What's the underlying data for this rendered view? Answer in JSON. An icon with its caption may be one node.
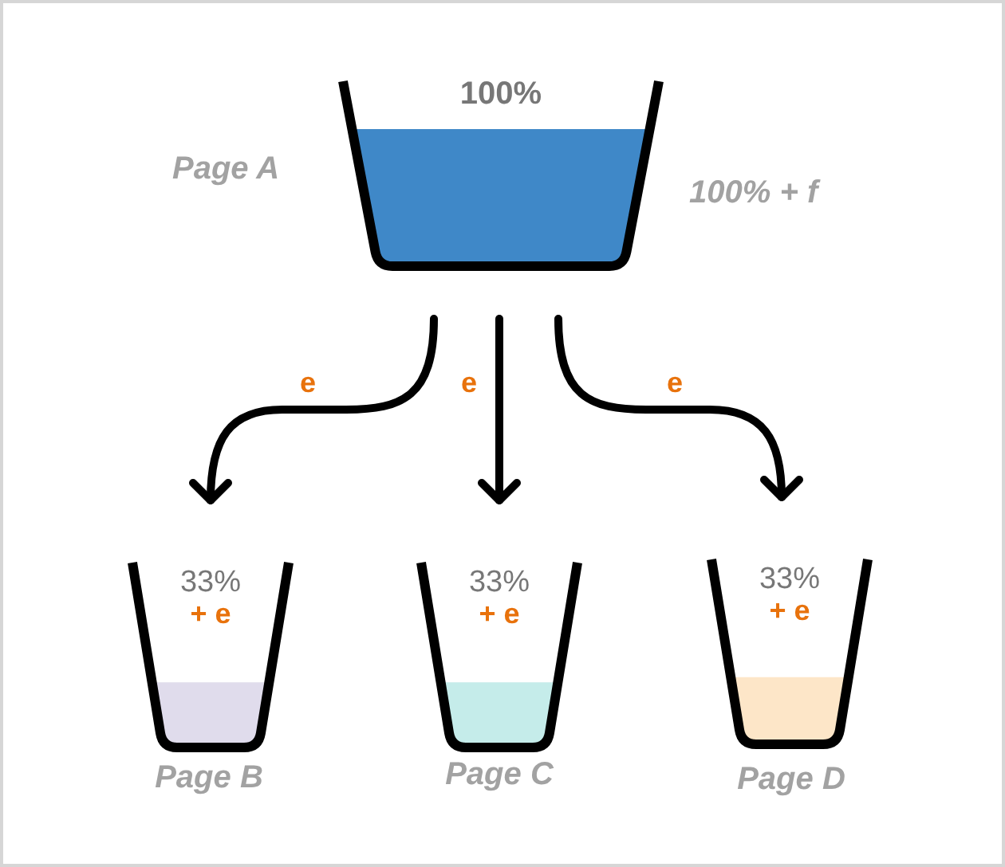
{
  "diagram": {
    "nodes": [
      {
        "text": [
          "100%"
        ],
        "beside": [
          "Page A",
          "100% + f"
        ]
      },
      {
        "text": [
          "33%",
          "+ e"
        ],
        "beside": [
          "Page B"
        ]
      },
      {
        "text": [
          "33%",
          "+ e"
        ],
        "beside": [
          "Page C"
        ]
      },
      {
        "text": [
          "33%",
          "+ e"
        ],
        "beside": [
          "Page D"
        ]
      }
    ],
    "edges": [
      {
        "from": 0,
        "to": 1,
        "arrow": "to",
        "label": "e"
      },
      {
        "from": 0,
        "to": 2,
        "arrow": "to",
        "label": "e"
      },
      {
        "from": 0,
        "to": 3,
        "arrow": "to",
        "label": "e"
      }
    ]
  }
}
